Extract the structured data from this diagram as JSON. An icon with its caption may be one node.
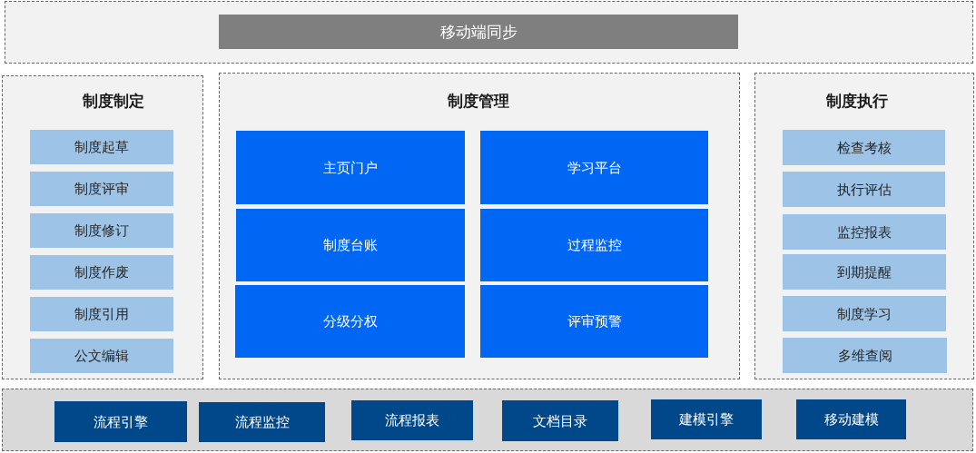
{
  "diagram": {
    "nodes": [
      {
        "text": [],
        "shape": "box"
      },
      {
        "text": [
          "移动端同步"
        ],
        "in": 0
      },
      {
        "text": [
          "制度制定"
        ]
      },
      {
        "text": [
          "制度起草"
        ],
        "in": 2
      },
      {
        "text": [
          "制度评审"
        ],
        "in": 2
      },
      {
        "text": [
          "制度修订"
        ],
        "in": 2
      },
      {
        "text": [
          "制度作废"
        ],
        "in": 2
      },
      {
        "text": [
          "制度引用"
        ],
        "in": 2
      },
      {
        "text": [
          "公文编辑"
        ],
        "in": 2
      },
      {
        "text": [
          "制度管理"
        ]
      },
      {
        "text": [
          "主页门户"
        ],
        "in": 9
      },
      {
        "text": [
          "学习平台"
        ],
        "in": 9
      },
      {
        "text": [
          "制度台账"
        ],
        "in": 9
      },
      {
        "text": [
          "过程监控"
        ],
        "in": 9
      },
      {
        "text": [
          "分级分权"
        ],
        "in": 9
      },
      {
        "text": [
          "评审预警"
        ],
        "in": 9
      },
      {
        "text": [
          "制度执行"
        ]
      },
      {
        "text": [
          "检查考核"
        ],
        "in": 16
      },
      {
        "text": [
          "执行评估"
        ],
        "in": 16
      },
      {
        "text": [
          "监控报表"
        ],
        "in": 16
      },
      {
        "text": [
          "到期提醒"
        ],
        "in": 16
      },
      {
        "text": [
          "制度学习"
        ],
        "in": 16
      },
      {
        "text": [
          "多维查阅"
        ],
        "in": 16
      },
      {
        "text": [],
        "shape": "box"
      },
      {
        "text": [
          "流程引擎"
        ],
        "in": 23
      },
      {
        "text": [
          "流程监控"
        ],
        "in": 23
      },
      {
        "text": [
          "流程报表"
        ],
        "in": 23
      },
      {
        "text": [
          "文档目录"
        ],
        "in": 23
      },
      {
        "text": [
          "建模引擎"
        ],
        "in": 23
      },
      {
        "text": [
          "移动建模"
        ],
        "in": 23
      }
    ]
  }
}
